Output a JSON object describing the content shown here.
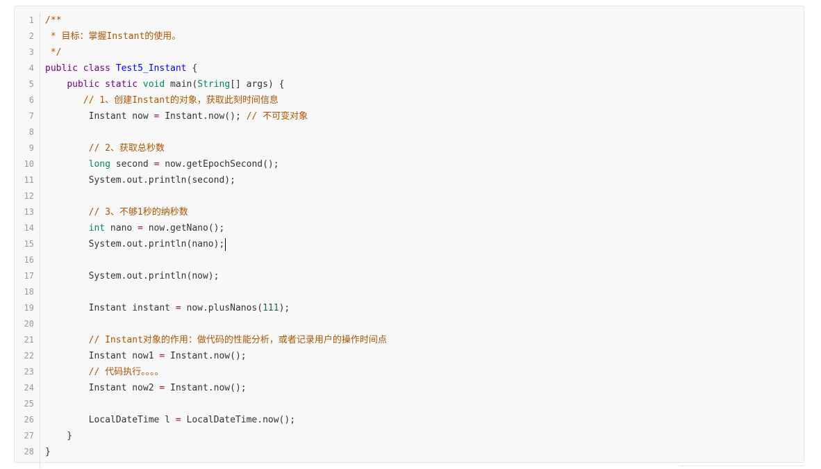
{
  "editor": {
    "language": "java",
    "line_numbers": [
      "1",
      "2",
      "3",
      "4",
      "5",
      "6",
      "7",
      "8",
      "9",
      "10",
      "11",
      "12",
      "13",
      "14",
      "15",
      "16",
      "17",
      "18",
      "19",
      "20",
      "21",
      "22",
      "23",
      "24",
      "25",
      "26",
      "27",
      "28"
    ],
    "lines": [
      [
        {
          "t": "/**",
          "c": "comment"
        }
      ],
      [
        {
          "t": " * 目标：掌握Instant的使用。",
          "c": "comment"
        }
      ],
      [
        {
          "t": " */",
          "c": "comment"
        }
      ],
      [
        {
          "t": "public",
          "c": "keyword"
        },
        {
          "t": " ",
          "c": ""
        },
        {
          "t": "class",
          "c": "keyword"
        },
        {
          "t": " ",
          "c": ""
        },
        {
          "t": "Test5_Instant",
          "c": "def"
        },
        {
          "t": " {",
          "c": ""
        }
      ],
      [
        {
          "t": "    ",
          "c": ""
        },
        {
          "t": "public",
          "c": "keyword"
        },
        {
          "t": " ",
          "c": ""
        },
        {
          "t": "static",
          "c": "keyword"
        },
        {
          "t": " ",
          "c": ""
        },
        {
          "t": "void",
          "c": "type"
        },
        {
          "t": " main(",
          "c": ""
        },
        {
          "t": "String",
          "c": "type"
        },
        {
          "t": "[] args) {",
          "c": ""
        }
      ],
      [
        {
          "t": "       ",
          "c": ""
        },
        {
          "t": "// 1、创建Instant的对象，获取此刻时间信息",
          "c": "comment"
        }
      ],
      [
        {
          "t": "        Instant now ",
          "c": ""
        },
        {
          "t": "=",
          "c": "operator"
        },
        {
          "t": " Instant.now(); ",
          "c": ""
        },
        {
          "t": "// 不可变对象",
          "c": "comment"
        }
      ],
      [],
      [
        {
          "t": "        ",
          "c": ""
        },
        {
          "t": "// 2、获取总秒数",
          "c": "comment"
        }
      ],
      [
        {
          "t": "        ",
          "c": ""
        },
        {
          "t": "long",
          "c": "type"
        },
        {
          "t": " second ",
          "c": ""
        },
        {
          "t": "=",
          "c": "operator"
        },
        {
          "t": " now.getEpochSecond();",
          "c": ""
        }
      ],
      [
        {
          "t": "        System.out.println(second);",
          "c": ""
        }
      ],
      [],
      [
        {
          "t": "        ",
          "c": ""
        },
        {
          "t": "// 3、不够1秒的纳秒数",
          "c": "comment"
        }
      ],
      [
        {
          "t": "        ",
          "c": ""
        },
        {
          "t": "int",
          "c": "type"
        },
        {
          "t": " nano ",
          "c": ""
        },
        {
          "t": "=",
          "c": "operator"
        },
        {
          "t": " now.getNano();",
          "c": ""
        }
      ],
      [
        {
          "t": "        System.out.println(nano);",
          "c": ""
        },
        {
          "cursor": true
        }
      ],
      [],
      [
        {
          "t": "        System.out.println(now);",
          "c": ""
        }
      ],
      [],
      [
        {
          "t": "        Instant instant ",
          "c": ""
        },
        {
          "t": "=",
          "c": "operator"
        },
        {
          "t": " now.plusNanos(",
          "c": ""
        },
        {
          "t": "111",
          "c": "number"
        },
        {
          "t": ");",
          "c": ""
        }
      ],
      [],
      [
        {
          "t": "        ",
          "c": ""
        },
        {
          "t": "// Instant对象的作用：做代码的性能分析，或者记录用户的操作时间点",
          "c": "comment"
        }
      ],
      [
        {
          "t": "        Instant now1 ",
          "c": ""
        },
        {
          "t": "=",
          "c": "operator"
        },
        {
          "t": " Instant.now();",
          "c": ""
        }
      ],
      [
        {
          "t": "        ",
          "c": ""
        },
        {
          "t": "// 代码执行。。。。",
          "c": "comment"
        }
      ],
      [
        {
          "t": "        Instant now2 ",
          "c": ""
        },
        {
          "t": "=",
          "c": "operator"
        },
        {
          "t": " Instant.now();",
          "c": ""
        }
      ],
      [],
      [
        {
          "t": "        LocalDateTime l ",
          "c": ""
        },
        {
          "t": "=",
          "c": "operator"
        },
        {
          "t": " LocalDateTime.now();",
          "c": ""
        }
      ],
      [
        {
          "t": "    }",
          "c": ""
        }
      ],
      [
        {
          "t": "}",
          "c": ""
        }
      ]
    ]
  },
  "colors": {
    "comment": "#aa5500",
    "keyword": "#770088",
    "type": "#008855",
    "def": "#0000ff",
    "number": "#116644",
    "operator": "#981a1a",
    "background": "#f8f8f8"
  }
}
